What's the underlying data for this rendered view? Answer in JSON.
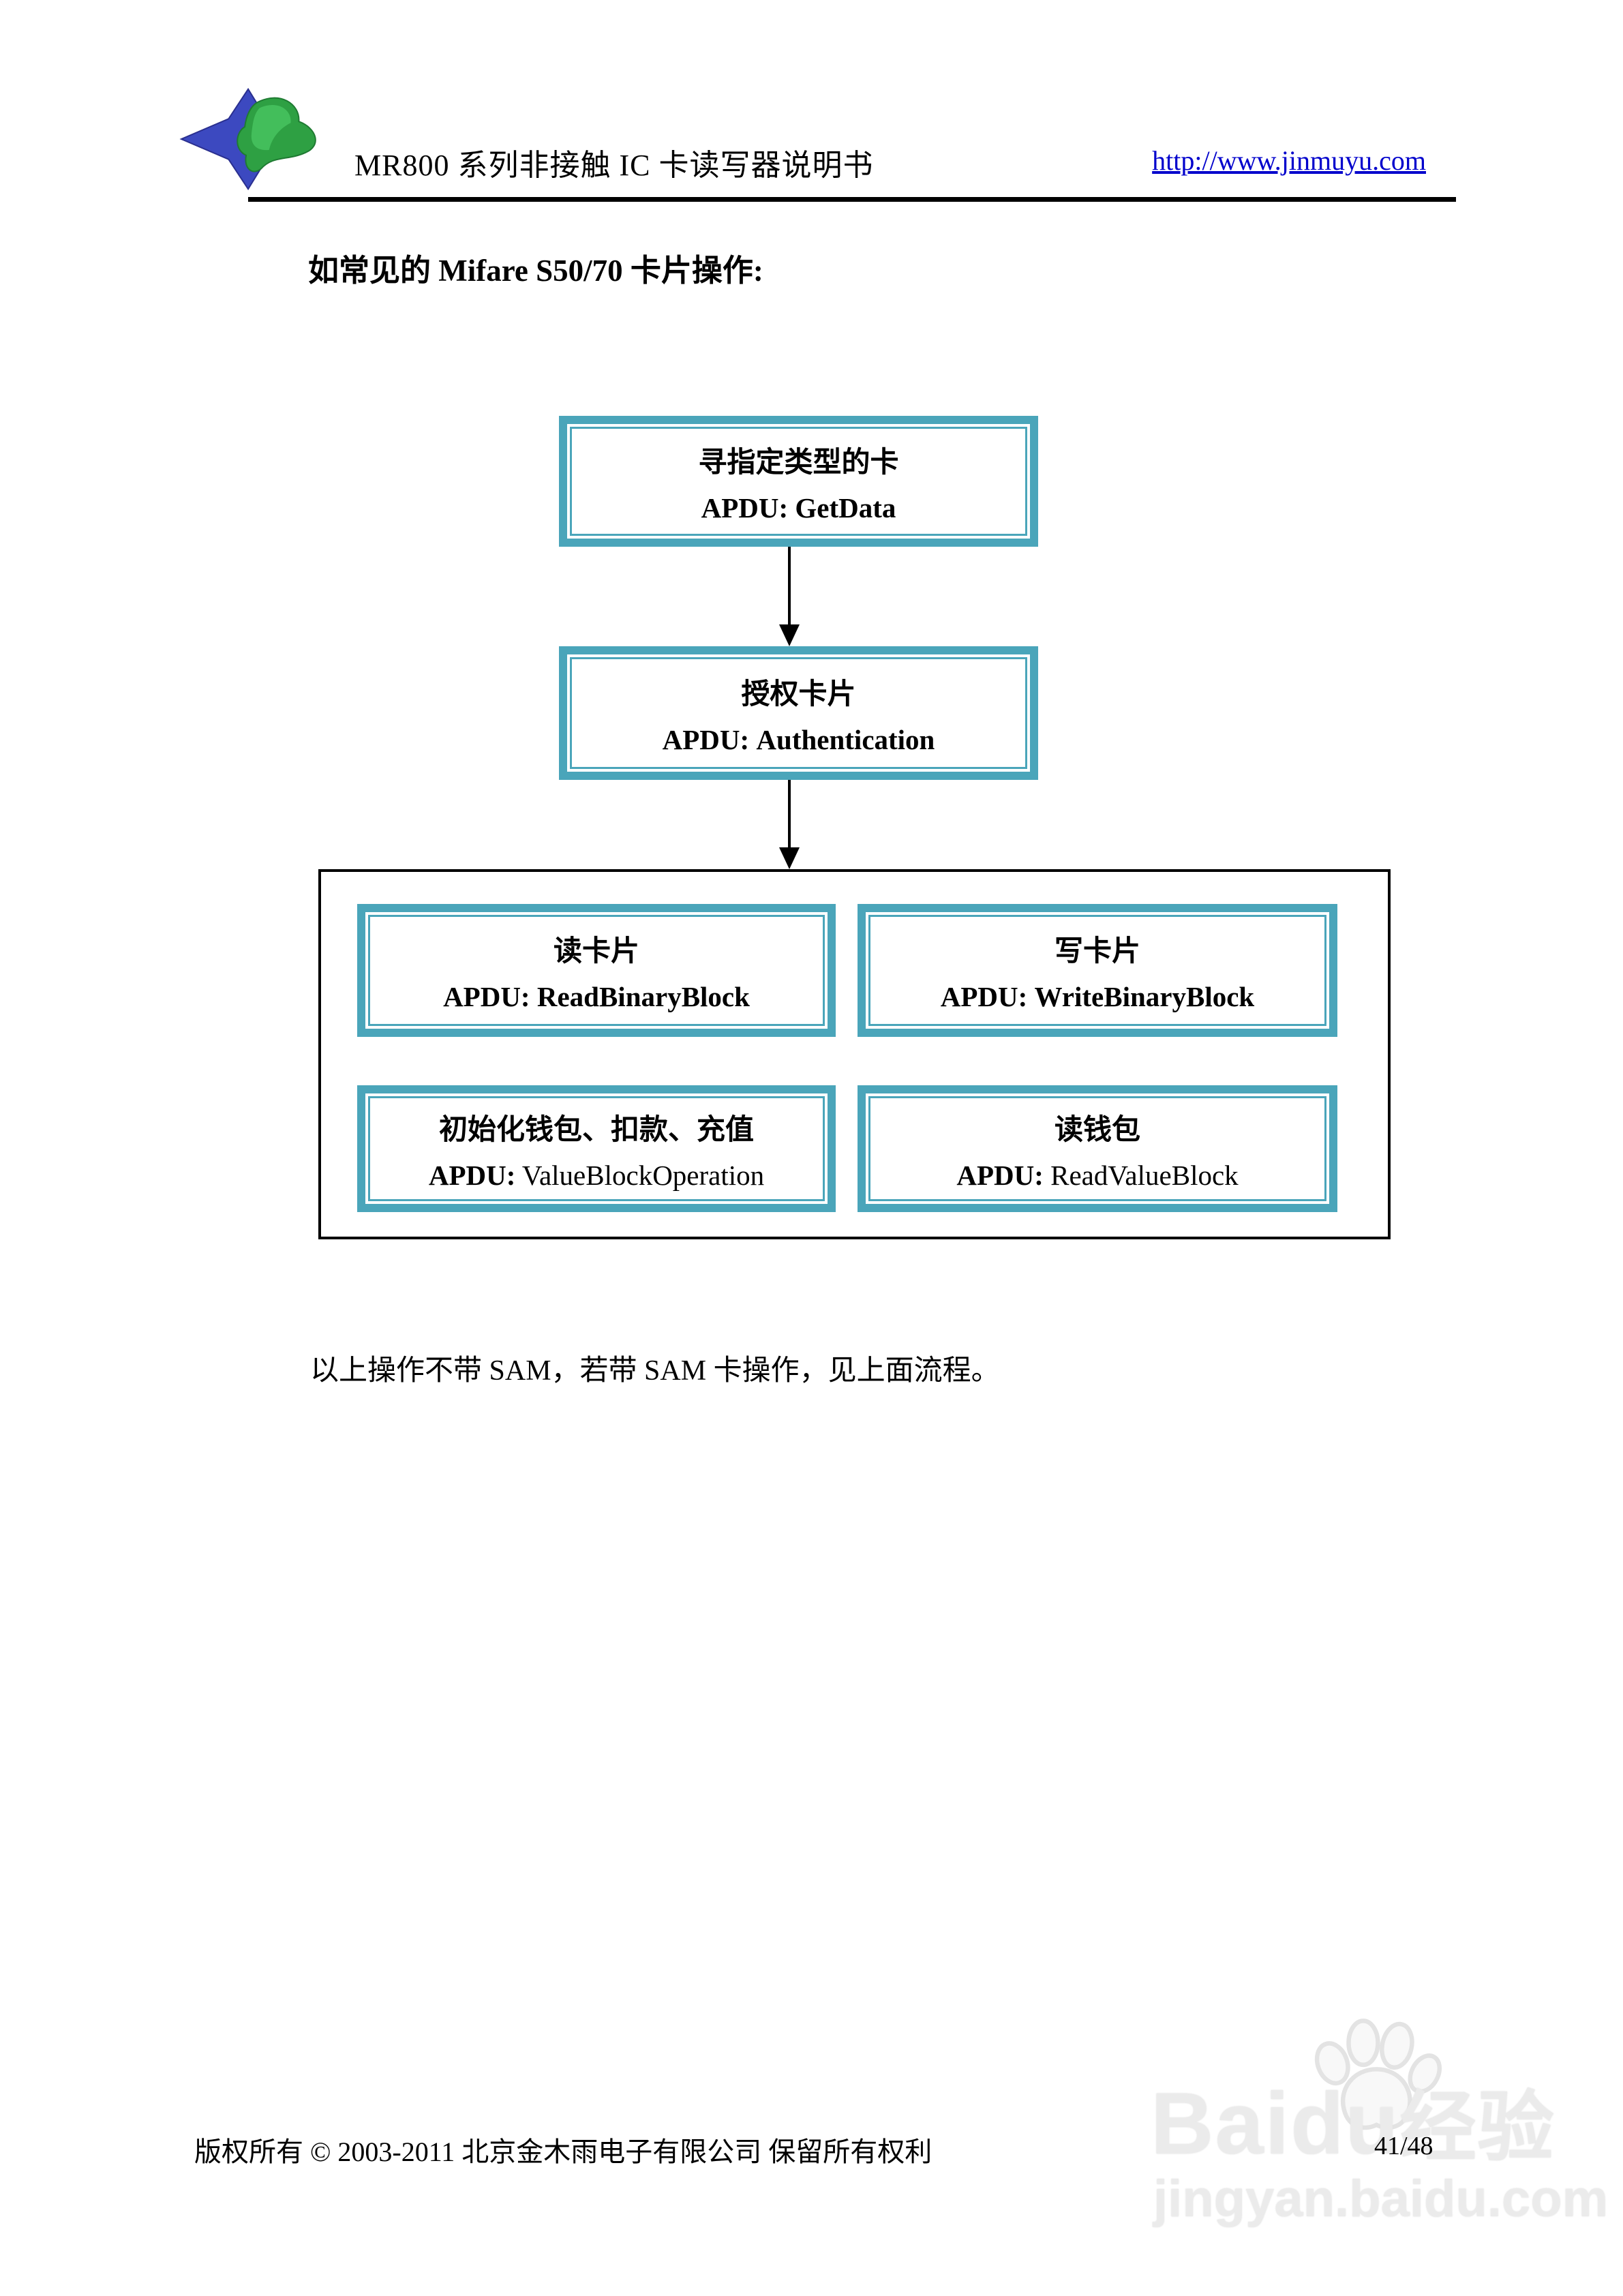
{
  "header": {
    "title": "MR800 系列非接触 IC 卡读写器说明书",
    "url": "http://www.jinmuyu.com",
    "logo_name": "jinmuyu-logo"
  },
  "intro": "如常见的 Mifare S50/70 卡片操作:",
  "flowchart": {
    "step1": {
      "title": "寻指定类型的卡",
      "apdu_label": "APDU:",
      "apdu_value": "GetData"
    },
    "step2": {
      "title": "授权卡片",
      "apdu_label": "APDU:",
      "apdu_value": "Authentication"
    },
    "grid": {
      "read": {
        "title": "读卡片",
        "apdu_label": "APDU:",
        "apdu_value": "ReadBinaryBlock"
      },
      "write": {
        "title": "写卡片",
        "apdu_label": "APDU:",
        "apdu_value": "WriteBinaryBlock"
      },
      "value_op": {
        "title": "初始化钱包、扣款、充值",
        "apdu_label": "APDU:",
        "apdu_value": "ValueBlockOperation"
      },
      "read_value": {
        "title": "读钱包",
        "apdu_label": "APDU:",
        "apdu_value": "ReadValueBlock"
      }
    }
  },
  "note": "以上操作不带 SAM，若带 SAM 卡操作，见上面流程。",
  "footer": {
    "copyright": "版权所有 © 2003-2011 北京金木雨电子有限公司 保留所有权利",
    "page_number": "41/48"
  },
  "watermark": {
    "brand_latin": "Baidu",
    "brand_cn": "经验",
    "site": "jingyan.baidu.com"
  },
  "colors": {
    "box_teal": "#4AA5BA",
    "link_blue": "#0000CC",
    "line_black": "#000000",
    "watermark_gray": "#EBEBEB"
  }
}
